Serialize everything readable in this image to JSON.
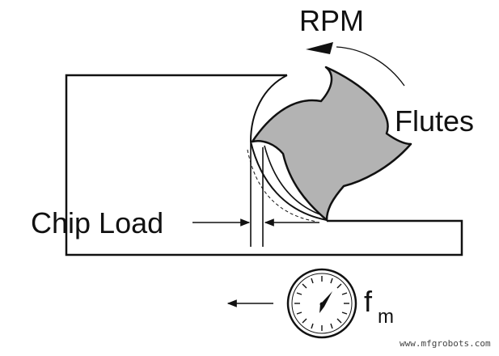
{
  "labels": {
    "rpm": "RPM",
    "flutes": "Flutes",
    "chip_load": "Chip Load",
    "feed_symbol": "f",
    "feed_subscript": "m"
  },
  "watermark": "www.mfgrobots.com",
  "colors": {
    "outline": "#111111",
    "cutter_fill": "#b3b3b3",
    "background": "#ffffff"
  },
  "icons": {
    "rotation": "curved-arrow-icon",
    "feed_direction": "left-arrow-icon",
    "gauge": "dial-gauge-icon"
  }
}
